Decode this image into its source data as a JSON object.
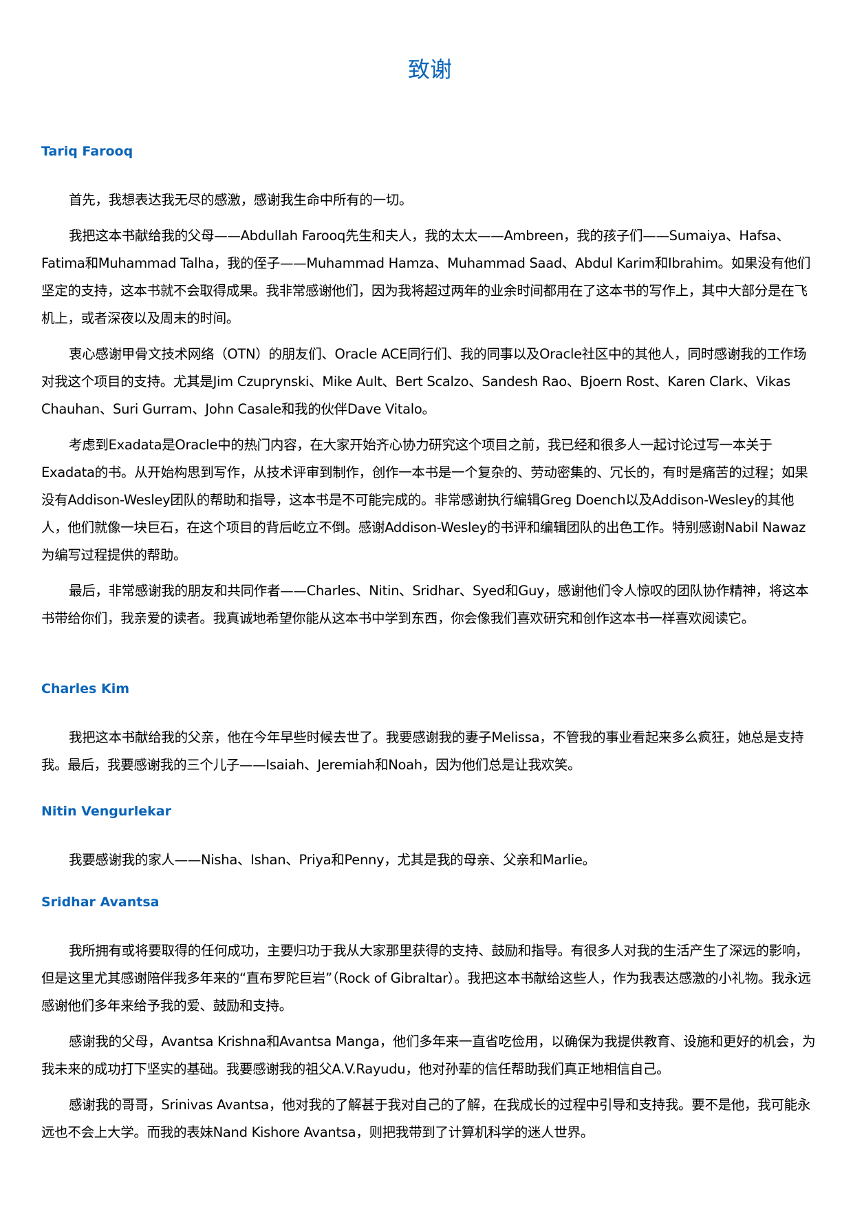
{
  "title": "致谢",
  "sections": [
    {
      "name": "Tariq Farooq",
      "paragraphs": [
        "首先，我想表达我无尽的感激，感谢我生命中所有的一切。",
        "我把这本书献给我的父母——Abdullah Farooq先生和夫人，我的太太——Ambreen，我的孩子们——Sumaiya、Hafsa、Fatima和Muhammad Talha，我的侄子——Muhammad Hamza、Muhammad Saad、Abdul Karim和Ibrahim。如果没有他们坚定的支持，这本书就不会取得成果。我非常感谢他们，因为我将超过两年的业余时间都用在了这本书的写作上，其中大部分是在飞机上，或者深夜以及周末的时间。",
        "衷心感谢甲骨文技术网络（OTN）的朋友们、Oracle ACE同行们、我的同事以及Oracle社区中的其他人，同时感谢我的工作场对我这个项目的支持。尤其是Jim Czuprynski、Mike Ault、Bert Scalzo、Sandesh Rao、Bjoern Rost、Karen Clark、Vikas Chauhan、Suri Gurram、John Casale和我的伙伴Dave Vitalo。",
        "考虑到Exadata是Oracle中的热门内容，在大家开始齐心协力研究这个项目之前，我已经和很多人一起讨论过写一本关于Exadata的书。从开始构思到写作，从技术评审到制作，创作一本书是一个复杂的、劳动密集的、冗长的，有时是痛苦的过程；如果没有Addison-Wesley团队的帮助和指导，这本书是不可能完成的。非常感谢执行编辑Greg Doench以及Addison-Wesley的其他人，他们就像一块巨石，在这个项目的背后屹立不倒。感谢Addison-Wesley的书评和编辑团队的出色工作。特别感谢Nabil Nawaz为编写过程提供的帮助。",
        "最后，非常感谢我的朋友和共同作者——Charles、Nitin、Sridhar、Syed和Guy，感谢他们令人惊叹的团队协作精神，将这本书带给你们，我亲爱的读者。我真诚地希望你能从这本书中学到东西，你会像我们喜欢研究和创作这本书一样喜欢阅读它。"
      ]
    },
    {
      "name": "Charles Kim",
      "paragraphs": [
        "我把这本书献给我的父亲，他在今年早些时候去世了。我要感谢我的妻子Melissa，不管我的事业看起来多么疯狂，她总是支持我。最后，我要感谢我的三个儿子——Isaiah、Jeremiah和Noah，因为他们总是让我欢笑。"
      ]
    },
    {
      "name": "Nitin Vengurlekar",
      "paragraphs": [
        "我要感谢我的家人——Nisha、Ishan、Priya和Penny，尤其是我的母亲、父亲和Marlie。"
      ]
    },
    {
      "name": "Sridhar Avantsa",
      "paragraphs": [
        "我所拥有或将要取得的任何成功，主要归功于我从大家那里获得的支持、鼓励和指导。有很多人对我的生活产生了深远的影响，但是这里尤其感谢陪伴我多年来的“直布罗陀巨岩”（Rock of Gibraltar）。我把这本书献给这些人，作为我表达感激的小礼物。我永远感谢他们多年来给予我的爱、鼓励和支持。",
        "感谢我的父母，Avantsa Krishna和Avantsa Manga，他们多年来一直省吃俭用，以确保为我提供教育、设施和更好的机会，为我未来的成功打下坚实的基础。我要感谢我的祖父A.V.Rayudu，他对孙辈的信任帮助我们真正地相信自己。",
        "感谢我的哥哥，Srinivas Avantsa，他对我的了解甚于我对自己的了解，在我成长的过程中引导和支持我。要不是他，我可能永远也不会上大学。而我的表妹Nand Kishore Avantsa，则把我带到了计算机科学的迷人世界。"
      ]
    }
  ]
}
